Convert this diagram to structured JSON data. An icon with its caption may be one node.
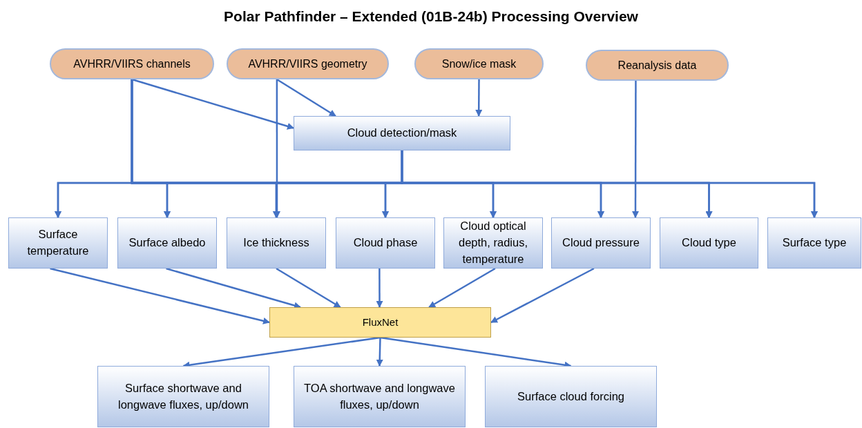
{
  "diagram": {
    "title": "Polar Pathfinder – Extended (01B-24b) Processing Overview",
    "nodes": [
      {
        "text": [
          "AVHRR/VIIRS channels"
        ]
      },
      {
        "text": [
          "AVHRR/VIIRS geometry"
        ]
      },
      {
        "text": [
          "Snow/ice mask"
        ]
      },
      {
        "text": [
          "Reanalysis data"
        ]
      },
      {
        "text": [
          "Cloud detection/mask"
        ]
      },
      {
        "text": [
          "Surface temperature"
        ]
      },
      {
        "text": [
          "Surface albedo"
        ]
      },
      {
        "text": [
          "Ice thickness"
        ]
      },
      {
        "text": [
          "Cloud phase"
        ]
      },
      {
        "text": [
          "Cloud optical depth, radius, temperature"
        ]
      },
      {
        "text": [
          "Cloud pressure"
        ]
      },
      {
        "text": [
          "Cloud type"
        ]
      },
      {
        "text": [
          "Surface type"
        ]
      },
      {
        "text": [
          "FluxNet"
        ]
      },
      {
        "text": [
          "Surface shortwave and longwave fluxes, up/down"
        ]
      },
      {
        "text": [
          "TOA shortwave and longwave fluxes, up/down"
        ]
      },
      {
        "text": [
          "Surface cloud forcing"
        ]
      }
    ],
    "edges": [
      {
        "from": 0,
        "to": 4,
        "arrow": "to"
      },
      {
        "from": 0,
        "to": 5,
        "arrow": "to"
      },
      {
        "from": 0,
        "to": 6,
        "arrow": "to"
      },
      {
        "from": 0,
        "to": 7,
        "arrow": "to"
      },
      {
        "from": 0,
        "to": 8,
        "arrow": "to"
      },
      {
        "from": 0,
        "to": 9,
        "arrow": "to"
      },
      {
        "from": 0,
        "to": 10,
        "arrow": "to"
      },
      {
        "from": 0,
        "to": 11,
        "arrow": "to"
      },
      {
        "from": 0,
        "to": 12,
        "arrow": "to"
      },
      {
        "from": 1,
        "to": 4,
        "arrow": "to"
      },
      {
        "from": 1,
        "to": 7,
        "arrow": "to"
      },
      {
        "from": 2,
        "to": 4,
        "arrow": "to"
      },
      {
        "from": 3,
        "to": 10,
        "arrow": "to"
      },
      {
        "from": 4,
        "to": 5,
        "arrow": "to"
      },
      {
        "from": 4,
        "to": 6,
        "arrow": "to"
      },
      {
        "from": 4,
        "to": 7,
        "arrow": "to"
      },
      {
        "from": 4,
        "to": 8,
        "arrow": "to"
      },
      {
        "from": 4,
        "to": 9,
        "arrow": "to"
      },
      {
        "from": 4,
        "to": 10,
        "arrow": "to"
      },
      {
        "from": 4,
        "to": 11,
        "arrow": "to"
      },
      {
        "from": 4,
        "to": 12,
        "arrow": "to"
      },
      {
        "from": 5,
        "to": 13,
        "arrow": "to"
      },
      {
        "from": 6,
        "to": 13,
        "arrow": "to"
      },
      {
        "from": 7,
        "to": 13,
        "arrow": "to"
      },
      {
        "from": 8,
        "to": 13,
        "arrow": "to"
      },
      {
        "from": 9,
        "to": 13,
        "arrow": "to"
      },
      {
        "from": 10,
        "to": 13,
        "arrow": "to"
      },
      {
        "from": 13,
        "to": 14,
        "arrow": "to"
      },
      {
        "from": 13,
        "to": 15,
        "arrow": "to"
      },
      {
        "from": 13,
        "to": 16,
        "arrow": "to"
      }
    ]
  }
}
